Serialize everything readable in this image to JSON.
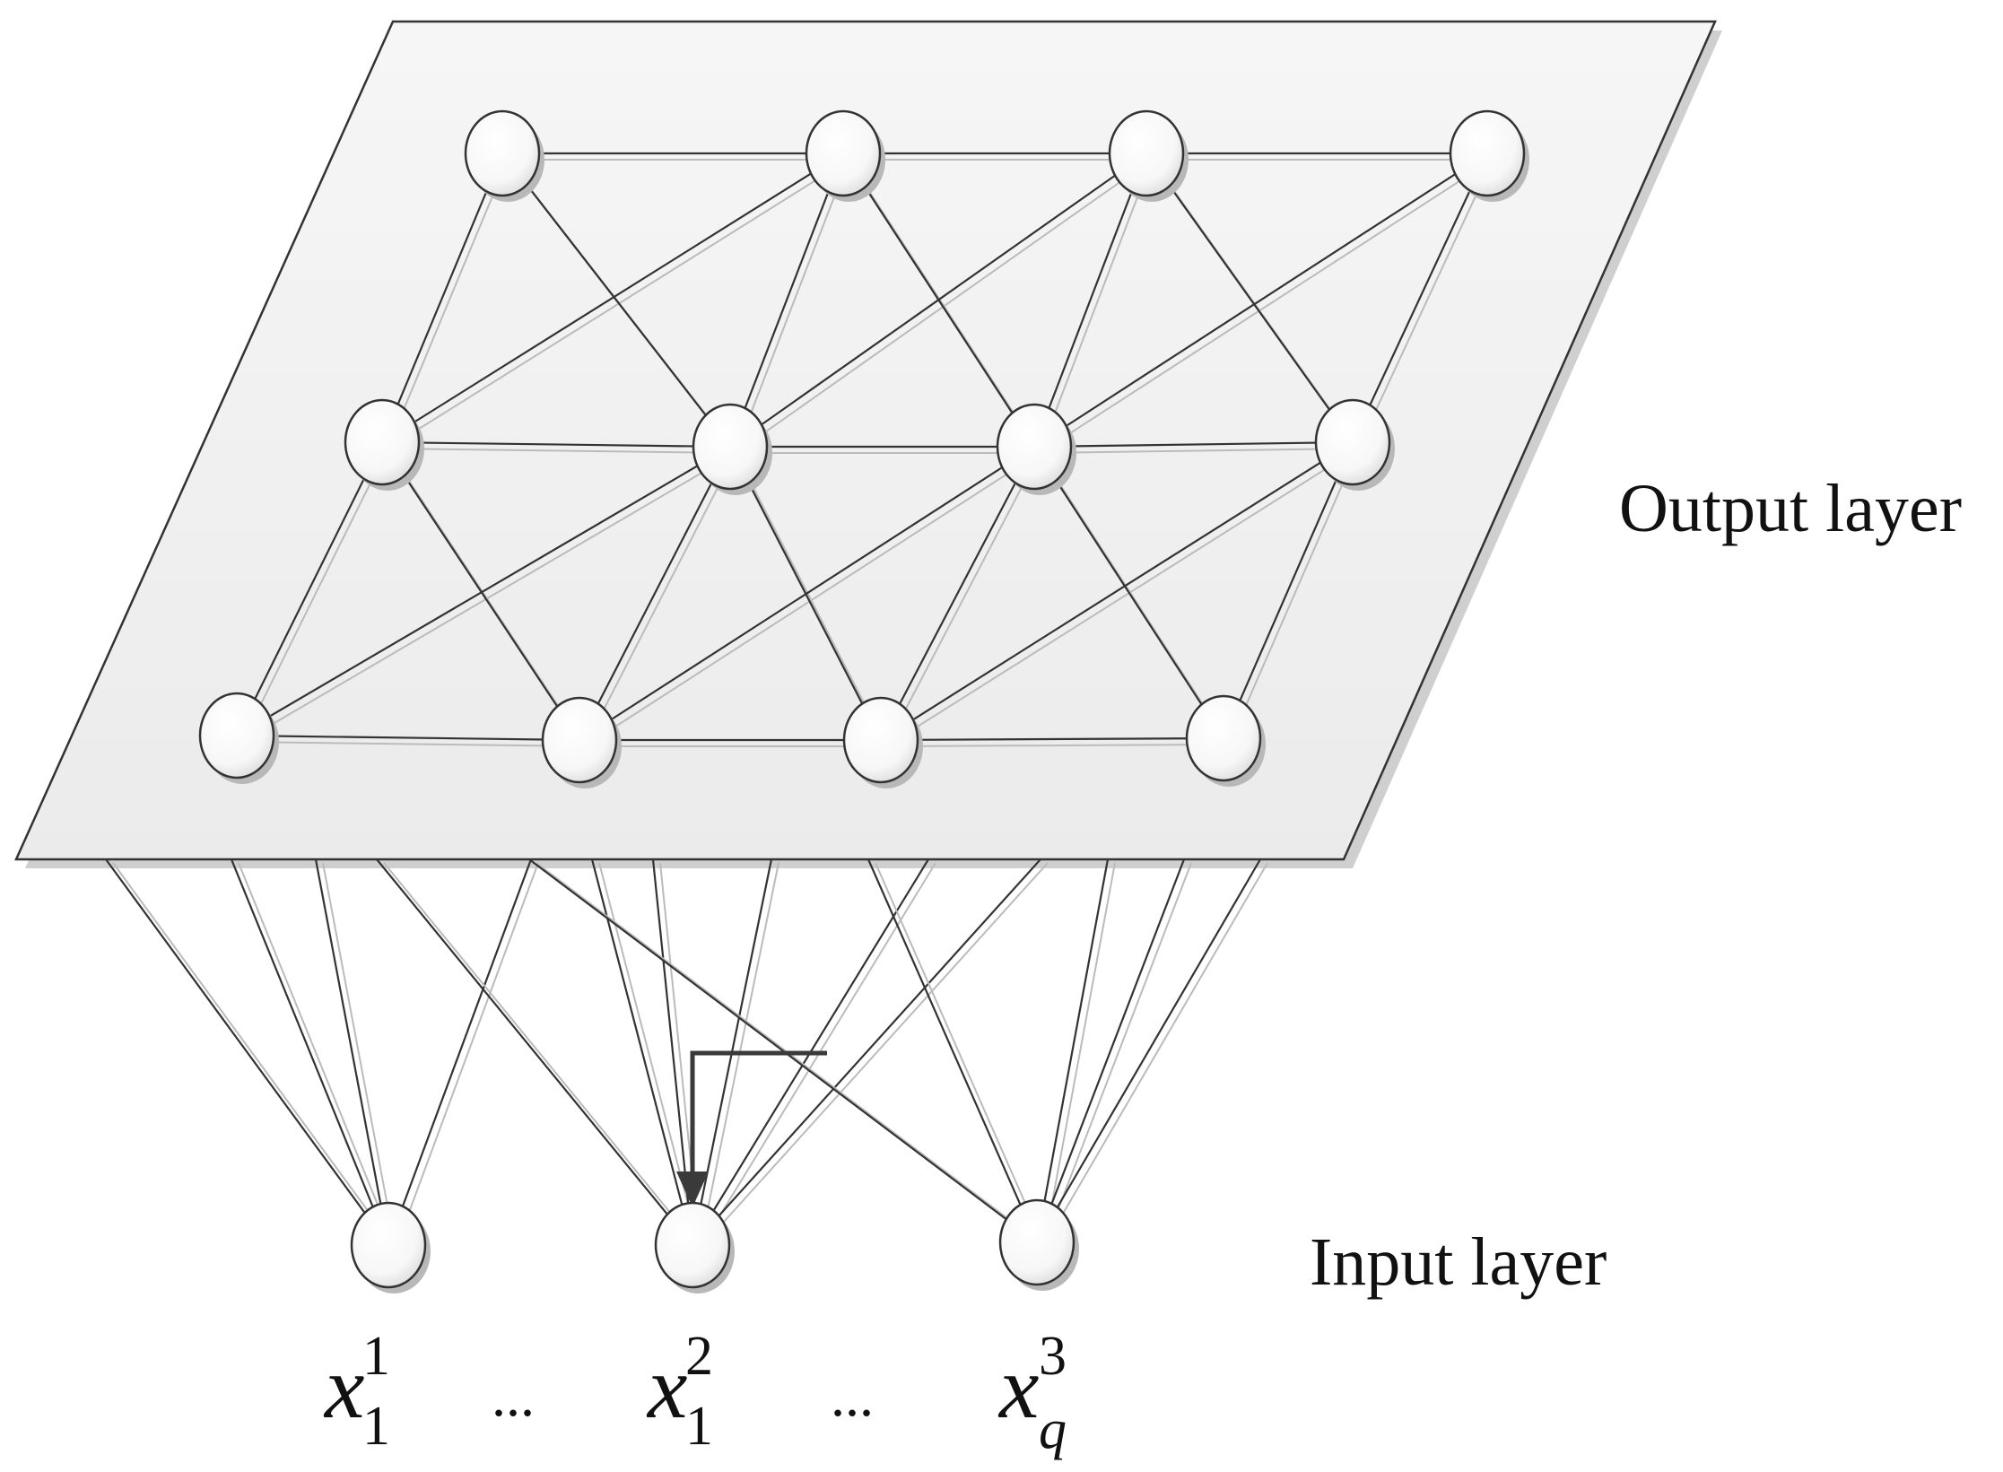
{
  "labels": {
    "output_layer": "Output layer",
    "input_layer": "Input layer"
  },
  "input_labels": [
    {
      "base": "x",
      "sub": "1",
      "sup": "1"
    },
    {
      "base": "x",
      "sub": "1",
      "sup": "2"
    },
    {
      "base": "x",
      "sub": "q",
      "sup": "3"
    }
  ],
  "ellipses": [
    "...",
    "..."
  ],
  "colors": {
    "plane_fill": "#f2f2f2",
    "line": "#333333",
    "shadow": "#bbbbbb",
    "node_fill": "#ffffff",
    "arrow": "#3a3a3a"
  },
  "grid": {
    "rows": 3,
    "cols": 4
  },
  "input_node_count": 3
}
